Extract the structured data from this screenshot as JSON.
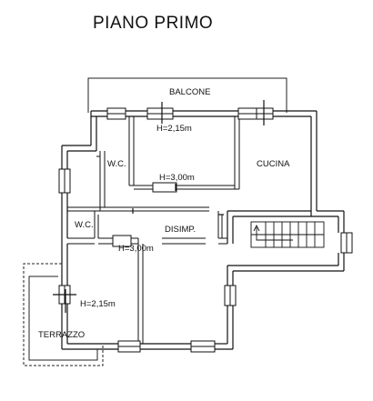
{
  "title": "PIANO PRIMO",
  "rooms": {
    "balcone": "BALCONE",
    "cucina": "CUCINA",
    "wc_upper": "W.C.",
    "wc_lower": "W.C.",
    "disimp": "DISIMP.",
    "terrazzo": "TERRAZZO"
  },
  "heights": {
    "h_upper_left": "H=2,15m",
    "h_center": "H=3,00m",
    "h_lower": "H=3,00m",
    "h_terrace": "H=2,15m"
  }
}
